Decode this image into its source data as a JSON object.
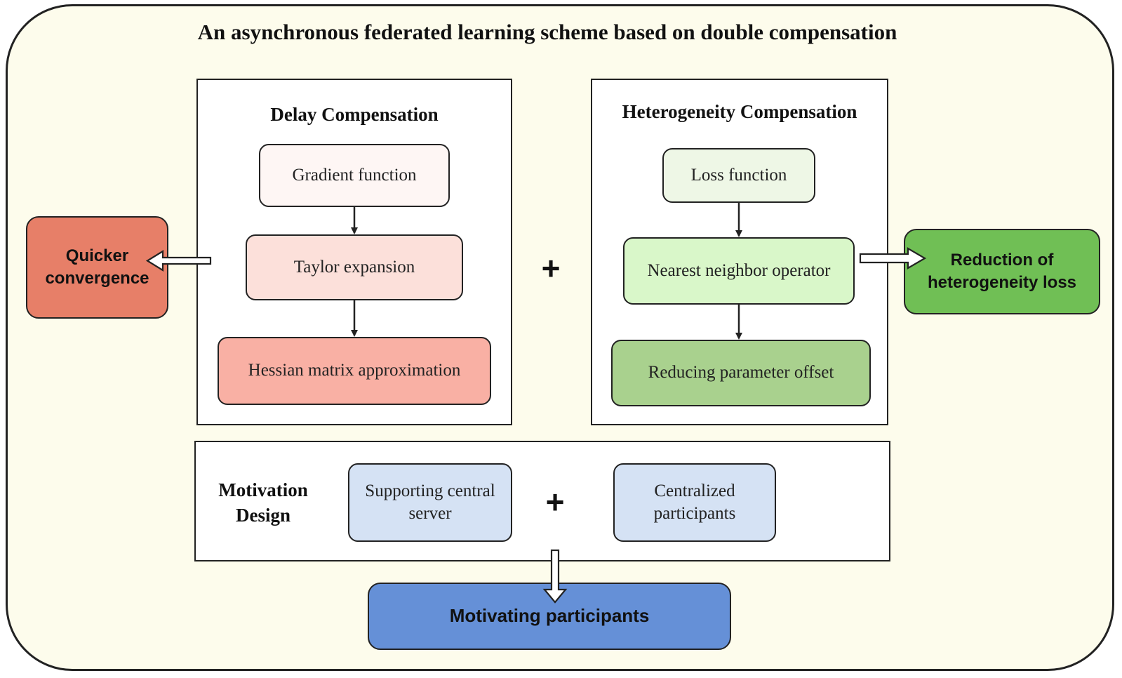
{
  "title": "An asynchronous federated learning scheme based on double compensation",
  "delay": {
    "title": "Delay Compensation",
    "steps": [
      "Gradient function",
      "Taylor expansion",
      "Hessian matrix approximation"
    ],
    "colors": [
      "#fef6f4",
      "#fce0da",
      "#f9b0a4"
    ]
  },
  "heterogeneity": {
    "title": "Heterogeneity Compensation",
    "steps": [
      "Loss function",
      "Nearest neighbor operator",
      "Reducing parameter offset"
    ],
    "colors": [
      "#eef7e6",
      "#d9f7c9",
      "#a9d18e"
    ]
  },
  "motivation": {
    "title_line1": "Motivation",
    "title_line2": "Design",
    "server_line1": "Supporting central",
    "server_line2": "server",
    "participants_line1": "Centralized",
    "participants_line2": "participants",
    "box_color": "#d5e2f4"
  },
  "plus": "+",
  "outcomes": {
    "quicker_line1": "Quicker",
    "quicker_line2": "convergence",
    "quicker_color": "#e77f68",
    "reduction_line1": "Reduction of",
    "reduction_line2": "heterogeneity loss",
    "reduction_color": "#70bf55",
    "motivating": "Motivating participants",
    "motivating_color": "#6590d7"
  }
}
